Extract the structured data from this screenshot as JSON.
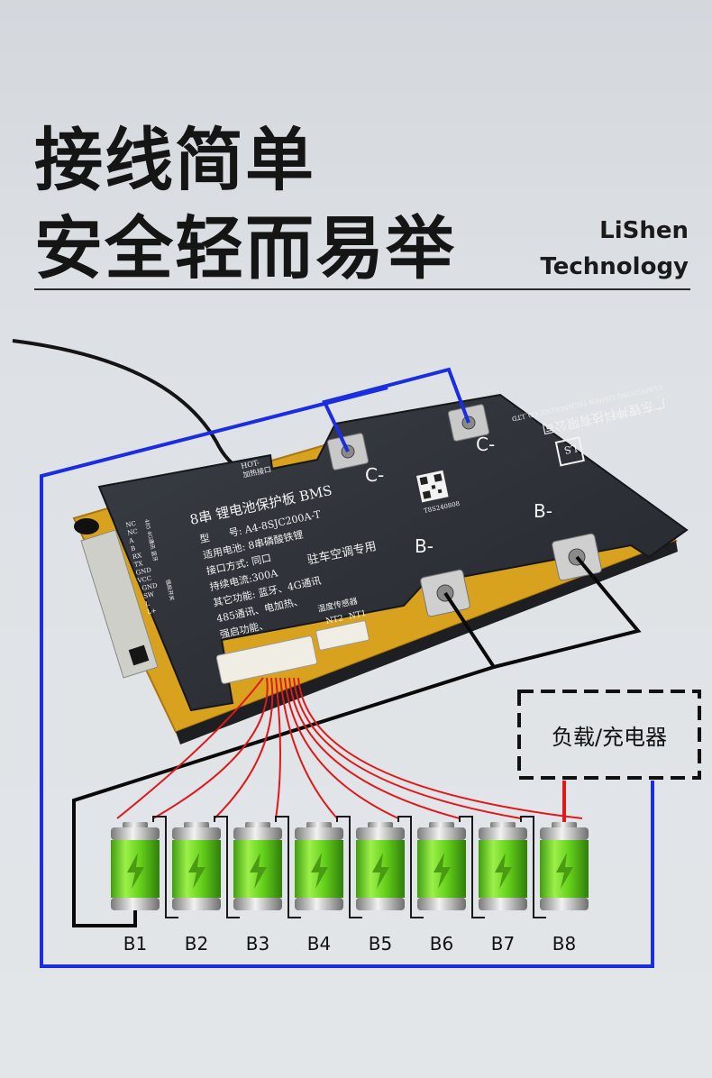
{
  "headline": {
    "line1": "接线简单",
    "line2": "安全轻而易举"
  },
  "brand": {
    "line1": "LiShen",
    "line2": "Technology"
  },
  "board": {
    "title": "8串 锂电池保护板 BMS",
    "model": "型　　号: A4-8SJC200A-T",
    "cell_type": "适用电池: 8串磷酸铁锂",
    "interface": "接口方式: 同口",
    "current": "持续电流:300A",
    "purpose": "驻车空调专用",
    "features1": "其它功能: 蓝牙、4G通讯",
    "features2": "485通讯、电加热、",
    "features3": "强启功能、",
    "sensor": "温度传感器",
    "ntc2": "NT2",
    "ntc1": "NT1",
    "heat": "加热接口",
    "hot": "HOT-",
    "company": "广东锂神科技有限公司",
    "company_en": "GUANGDONG LISHEN TECHNOLOGY CO.,LTD",
    "logo_text": "LS",
    "qr_code": "T8S240808",
    "port_labels": [
      "NC",
      "NC",
      "A",
      "B",
      "RX",
      "TX",
      "GND",
      "VCC"
    ],
    "port_side": "485 4G通讯 蓝牙",
    "switch_labels": [
      "GND",
      "SW",
      "L",
      "L+"
    ],
    "switch_side": "强启开关"
  },
  "terminals": {
    "c_minus": "C-",
    "b_minus": "B-"
  },
  "load": {
    "label": "负载/充电器"
  },
  "batteries": [
    "B1",
    "B2",
    "B3",
    "B4",
    "B5",
    "B6",
    "B7",
    "B8"
  ],
  "colors": {
    "charge_wire": "#1a2ee0",
    "power_wire": "#0a0a0a",
    "balance_wire": "#e01818",
    "board": "#2a2d33",
    "pcb": "#d9a21e",
    "battery": "#66d11c"
  }
}
